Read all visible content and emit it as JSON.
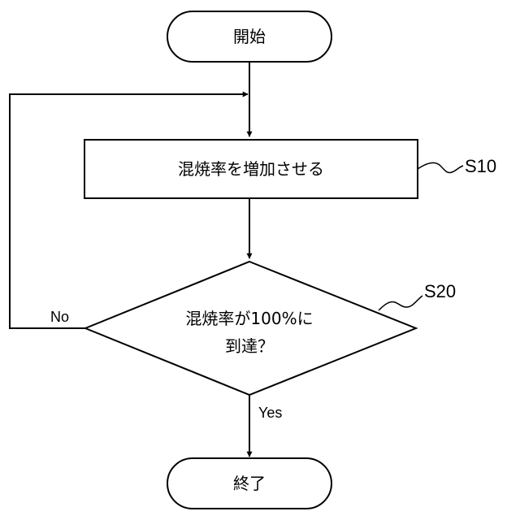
{
  "diagram": {
    "start": {
      "label": "開始"
    },
    "process": {
      "label": "混焼率を増加させる",
      "step": "S10"
    },
    "decision": {
      "line1": "混焼率が100%に",
      "line2": "到達？",
      "step": "S20"
    },
    "end": {
      "label": "終了"
    },
    "edges": {
      "no_label": "No",
      "yes_label": "Yes"
    }
  }
}
